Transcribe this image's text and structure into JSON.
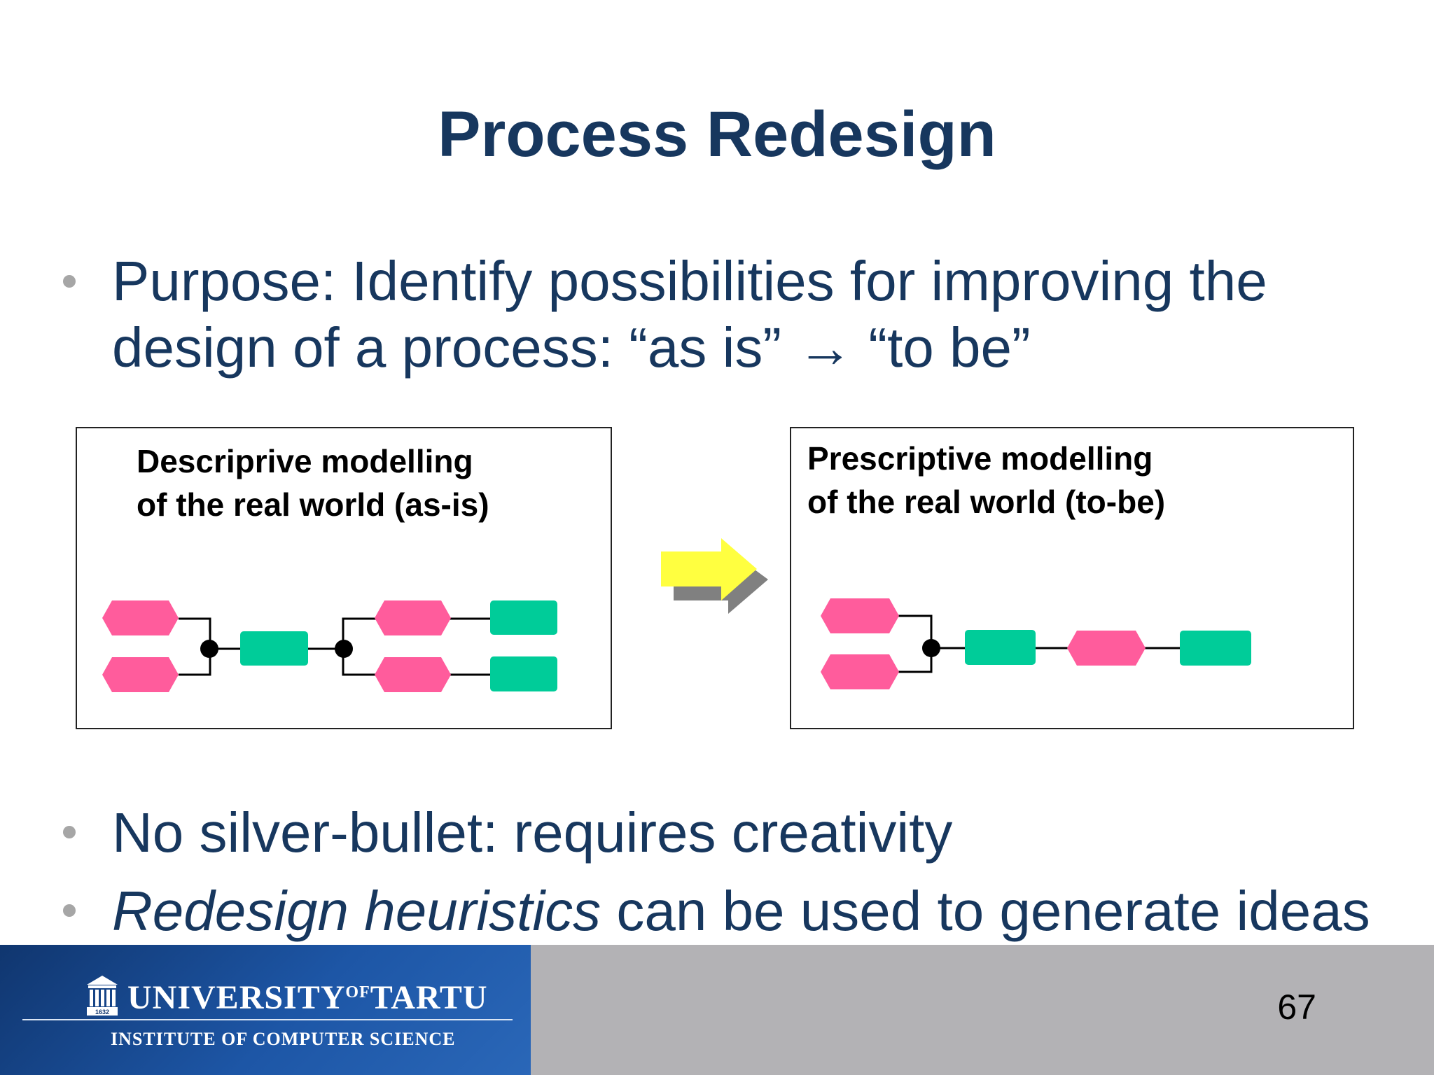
{
  "slide": {
    "title": "Process Redesign",
    "bullets": [
      {
        "line1": "Purpose: Identify possibilities for improving the",
        "line2": "design of a process: “as is” → “to be”"
      },
      {
        "text": "No silver-bullet: requires creativity"
      },
      {
        "italic": "Redesign heuristics",
        "rest": " can be used to generate ideas"
      }
    ],
    "diagram": {
      "left_box": {
        "line1": "Descriprive modelling",
        "line2": "of the real world (as-is)"
      },
      "right_box": {
        "line1": "Prescriptive modelling",
        "line2": "of the real world (to-be)"
      }
    },
    "colors": {
      "title": "#17375e",
      "event_pink": "#ff5c9c",
      "function_green": "#00cc99",
      "arrow_yellow": "#ffff40",
      "arrow_shadow": "#808080"
    }
  },
  "footer": {
    "university_a": "UNIVERSITY",
    "university_of": "OF",
    "university_b": "TARTU",
    "seal_year": "1632",
    "institute": "INSTITUTE OF COMPUTER SCIENCE",
    "page_number": "67"
  }
}
